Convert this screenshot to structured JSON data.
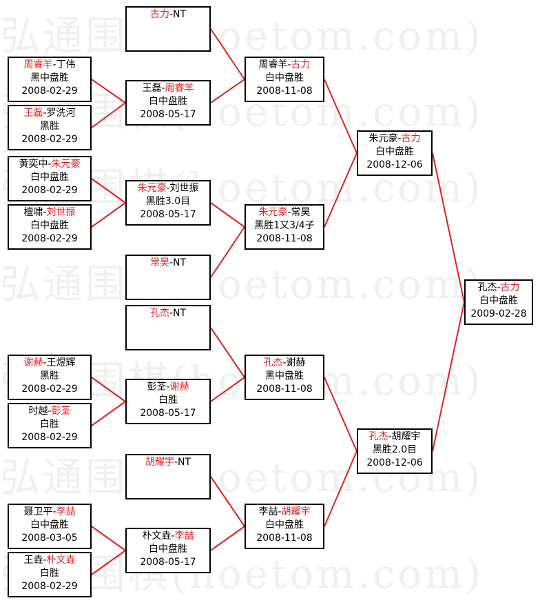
{
  "watermark": "弘通围棋(hoetom.com)",
  "colors": {
    "winner": "#e02020",
    "line": "#e02020",
    "border": "#000000"
  },
  "matches": [
    {
      "id": "r1-1",
      "p1": "周睿羊",
      "p2": "丁伟",
      "winner": 1,
      "result": "黑中盘胜",
      "date": "2008-02-29"
    },
    {
      "id": "r1-2",
      "p1": "王磊",
      "p2": "罗洗河",
      "winner": 1,
      "result": "黑胜",
      "date": "2008-02-29"
    },
    {
      "id": "r1-3",
      "p1": "黄奕中",
      "p2": "朱元豪",
      "winner": 2,
      "result": "白中盘胜",
      "date": "2008-02-29"
    },
    {
      "id": "r1-4",
      "p1": "檀啸",
      "p2": "刘世振",
      "winner": 2,
      "result": "白中盘胜",
      "date": "2008-02-29"
    },
    {
      "id": "r1-5",
      "p1": "谢赫",
      "p2": "王煜辉",
      "winner": 1,
      "result": "黑胜",
      "date": "2008-02-29"
    },
    {
      "id": "r1-6",
      "p1": "时越",
      "p2": "彭荃",
      "winner": 2,
      "result": "白胜",
      "date": "2008-02-29"
    },
    {
      "id": "r1-7",
      "p1": "聂卫平",
      "p2": "李喆",
      "winner": 2,
      "result": "白中盘胜",
      "date": "2008-03-05"
    },
    {
      "id": "r1-8",
      "p1": "王垚",
      "p2": "朴文垚",
      "winner": 2,
      "result": "白胜",
      "date": "2008-02-29"
    },
    {
      "id": "r2-1",
      "p1": "古力",
      "p2": "NT",
      "winner": 1,
      "result": "",
      "date": ""
    },
    {
      "id": "r2-2",
      "p1": "王磊",
      "p2": "周睿羊",
      "winner": 2,
      "result": "白中盘胜",
      "date": "2008-05-17"
    },
    {
      "id": "r2-3",
      "p1": "朱元豪",
      "p2": "刘世振",
      "winner": 1,
      "result": "黑胜3.0目",
      "date": "2008-05-17"
    },
    {
      "id": "r2-4",
      "p1": "常昊",
      "p2": "NT",
      "winner": 1,
      "result": "",
      "date": ""
    },
    {
      "id": "r2-5",
      "p1": "孔杰",
      "p2": "NT",
      "winner": 1,
      "result": "",
      "date": ""
    },
    {
      "id": "r2-6",
      "p1": "彭荃",
      "p2": "谢赫",
      "winner": 2,
      "result": "白胜",
      "date": "2008-05-17"
    },
    {
      "id": "r2-7",
      "p1": "胡耀宇",
      "p2": "NT",
      "winner": 1,
      "result": "",
      "date": ""
    },
    {
      "id": "r2-8",
      "p1": "朴文垚",
      "p2": "李喆",
      "winner": 2,
      "result": "白中盘胜",
      "date": "2008-05-17"
    },
    {
      "id": "r3-1",
      "p1": "周睿羊",
      "p2": "古力",
      "winner": 2,
      "result": "白中盘胜",
      "date": "2008-11-08"
    },
    {
      "id": "r3-2",
      "p1": "朱元豪",
      "p2": "常昊",
      "winner": 1,
      "result": "黑胜1又3/4子",
      "date": "2008-11-08"
    },
    {
      "id": "r3-3",
      "p1": "孔杰",
      "p2": "谢赫",
      "winner": 1,
      "result": "黑中盘胜",
      "date": "2008-11-08"
    },
    {
      "id": "r3-4",
      "p1": "李喆",
      "p2": "胡耀宇",
      "winner": 2,
      "result": "白中盘胜",
      "date": "2008-11-08"
    },
    {
      "id": "r4-1",
      "p1": "朱元豪",
      "p2": "古力",
      "winner": 2,
      "result": "白中盘胜",
      "date": "2008-12-06"
    },
    {
      "id": "r4-2",
      "p1": "孔杰",
      "p2": "胡耀宇",
      "winner": 1,
      "result": "黑胜2.0目",
      "date": "2008-12-06"
    },
    {
      "id": "r5-1",
      "p1": "孔杰",
      "p2": "古力",
      "winner": 2,
      "result": "白中盘胜",
      "date": "2009-02-28"
    }
  ]
}
